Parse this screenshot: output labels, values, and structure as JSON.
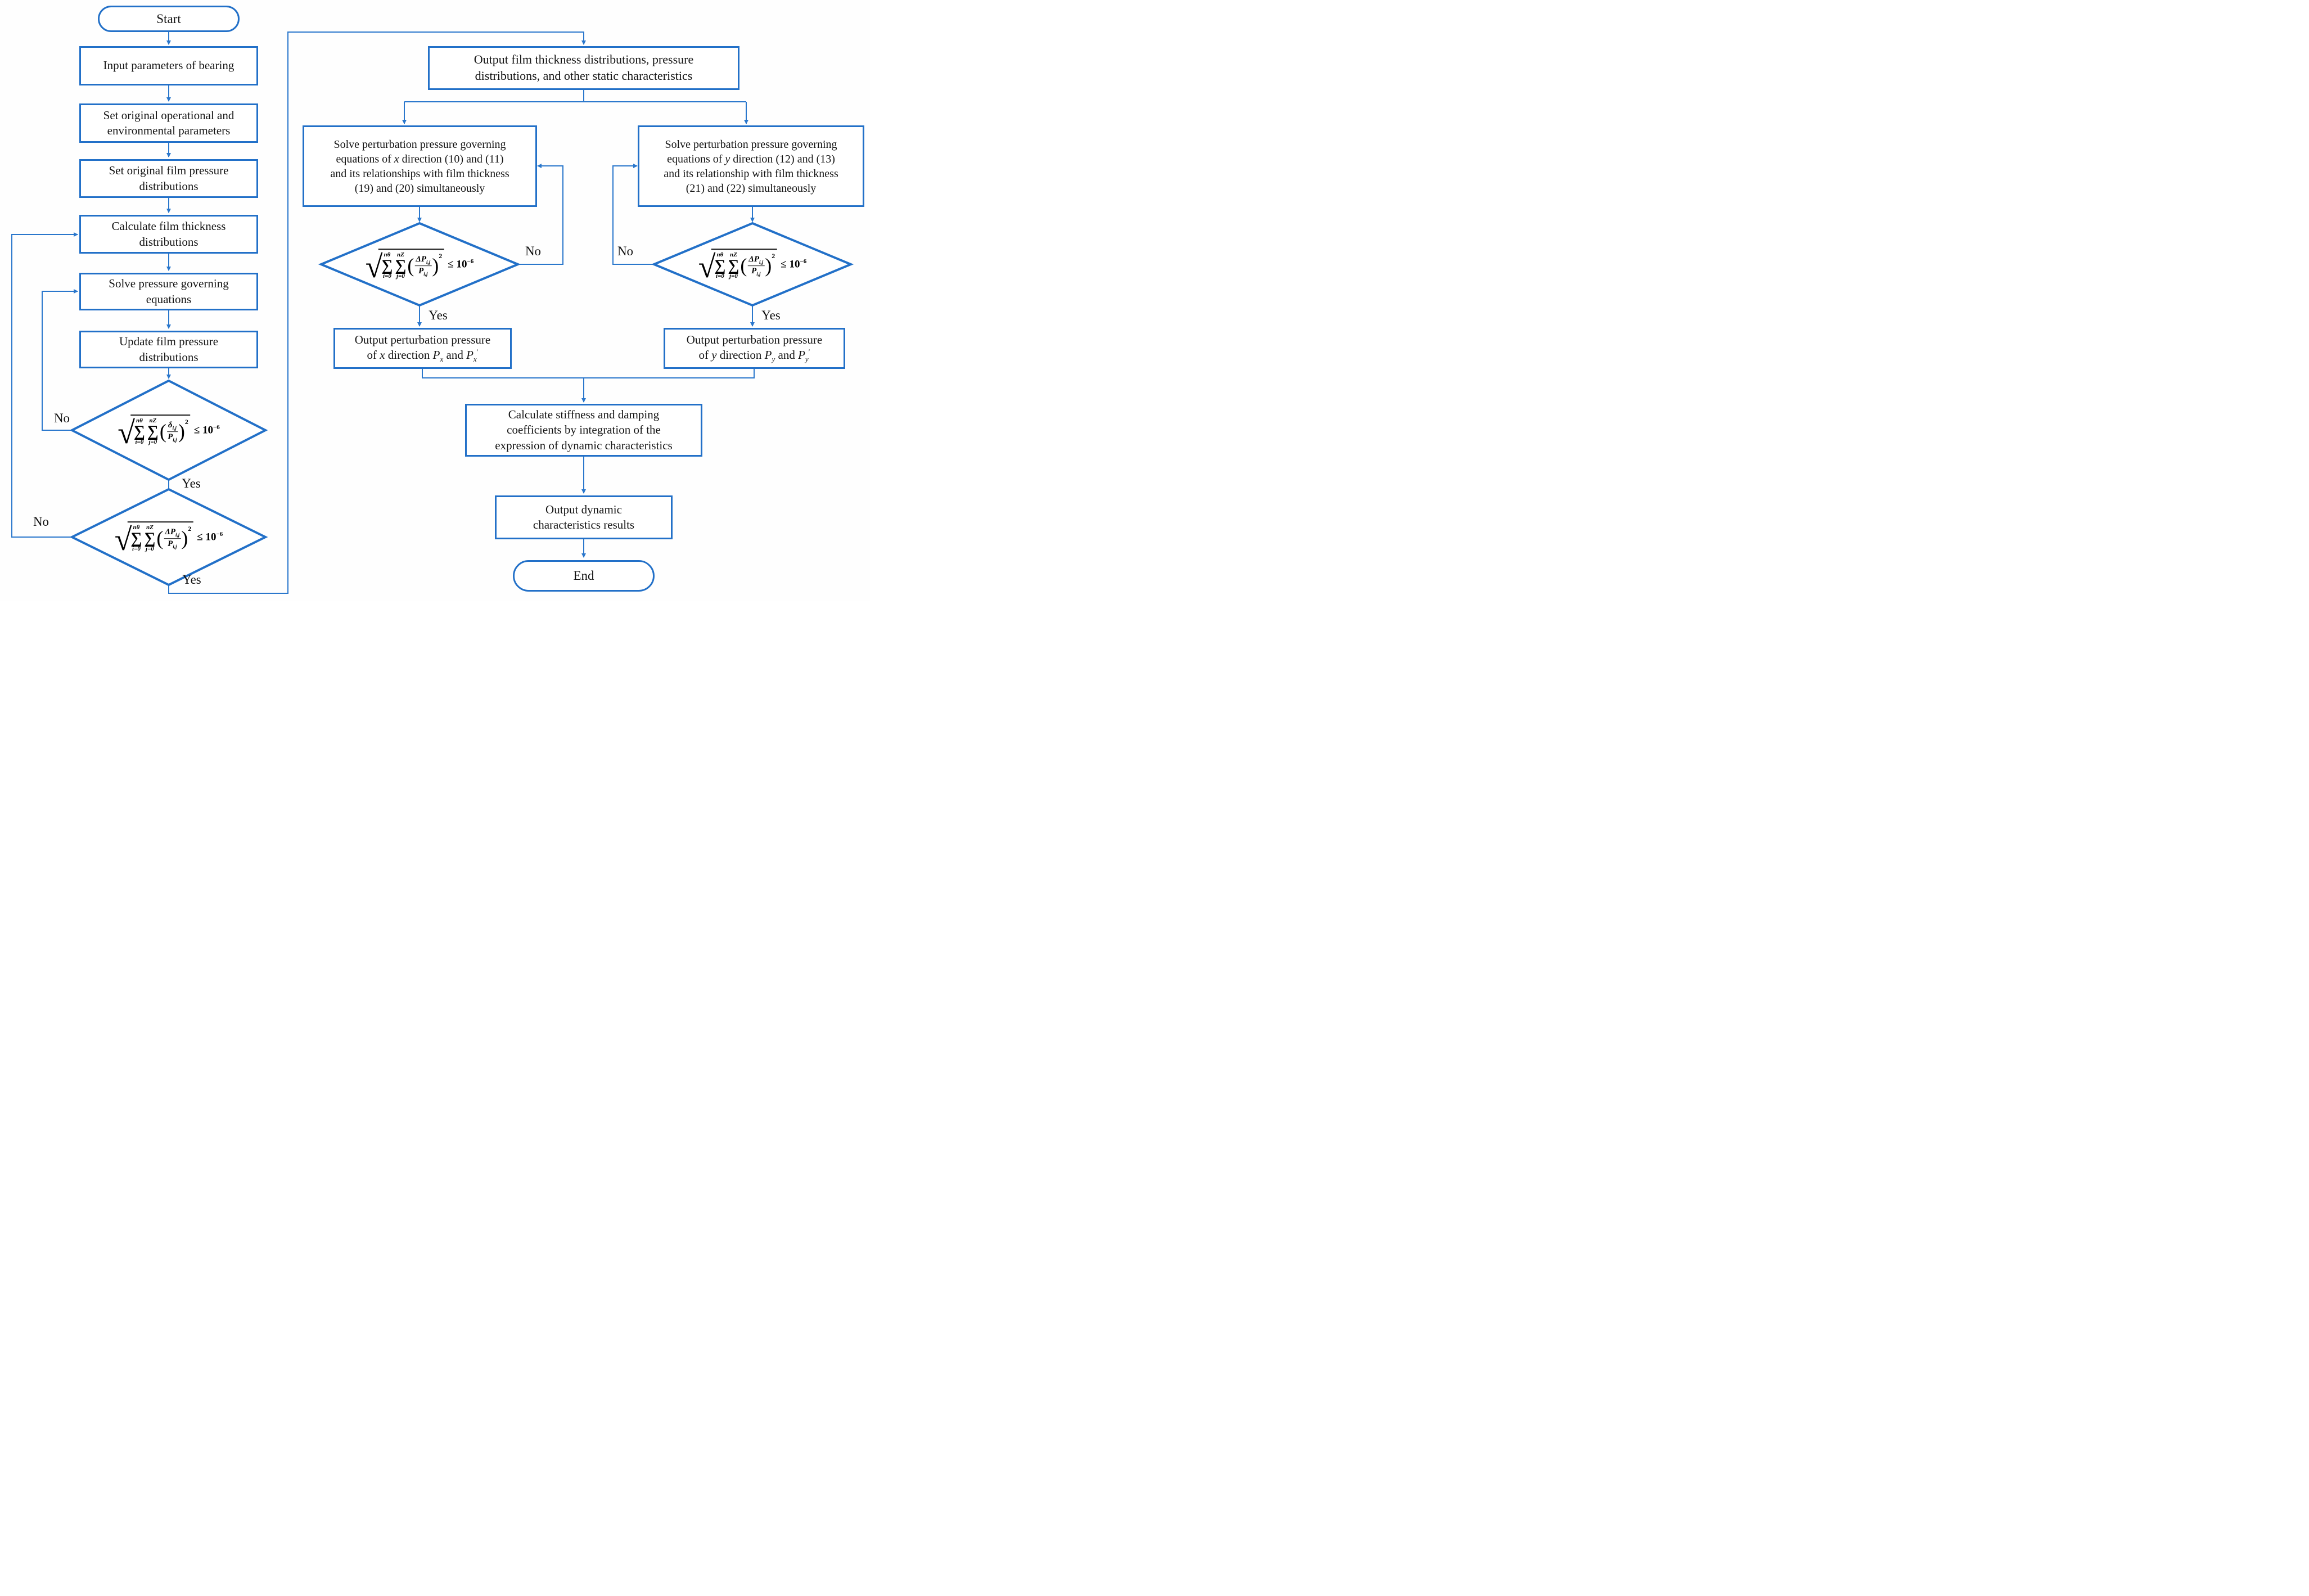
{
  "labels": {
    "no": "No",
    "yes": "Yes"
  },
  "terminals": {
    "start": "Start",
    "end": "End"
  },
  "boxes": {
    "input_params": {
      "line1": "Input parameters of bearing"
    },
    "set_operational": {
      "line1": "Set original operational and",
      "line2": "environmental parameters"
    },
    "set_film_pressure": {
      "line1": "Set original film pressure",
      "line2": "distributions"
    },
    "calc_film_thickness": {
      "line1": "Calculate film thickness",
      "line2": "distributions"
    },
    "solve_pressure": {
      "line1": "Solve pressure governing",
      "line2": "equations"
    },
    "update_film_pressure": {
      "line1": "Update film pressure",
      "line2": "distributions"
    },
    "output_static": {
      "line1": "Output film thickness distributions, pressure",
      "line2": "distributions, and other static characteristics"
    },
    "solve_x": {
      "line1": "Solve perturbation pressure governing",
      "line2_pre": "equations of ",
      "line2_var": "x",
      "line2_post": " direction  (10) and (11)",
      "line3": "and its relationships with film thickness",
      "line4": "(19) and (20) simultaneously"
    },
    "solve_y": {
      "line1": "Solve perturbation pressure governing",
      "line2_pre": "equations of ",
      "line2_var": "y",
      "line2_post": " direction  (12) and (13)",
      "line3": "and its relationship with film thickness",
      "line4": "(21) and (22)  simultaneously"
    },
    "output_x": {
      "line1": "Output perturbation pressure",
      "l2_pre": "of ",
      "l2_var": "x",
      "l2_mid": " direction ",
      "p": "P",
      "p_sub": "x",
      "l2_and": " and ",
      "p2": "P",
      "p2_sub": "x",
      "prime": "′"
    },
    "output_y": {
      "line1": "Output perturbation pressure",
      "l2_pre": "of ",
      "l2_var": "y",
      "l2_mid": " direction ",
      "p": "P",
      "p_sub": "y",
      "l2_and": " and ",
      "p2": "P",
      "p2_sub": "y",
      "prime": "′"
    },
    "calc_dynamic": {
      "line1": "Calculate stiffness and damping",
      "line2": "coefficients by integration of the",
      "line3": "expression of dynamic characteristics"
    },
    "output_dynamic": {
      "line1": "Output dynamic",
      "line2": "characteristics results"
    }
  },
  "formulas": {
    "delta": {
      "radical": "√",
      "sigma": "∑",
      "sum1_sup": "nθ",
      "sum1_sub": "i=0",
      "sum2_sup": "nZ",
      "sum2_sub": "j=0",
      "lparen": "(",
      "rparen": ")",
      "num_main": "δ",
      "num_sub": "i,j",
      "den_main": "P",
      "den_sub": "i,j",
      "power": "2",
      "cond": "≤ 10",
      "cond_exp": "−6"
    },
    "delta_p": {
      "radical": "√",
      "sigma": "∑",
      "sum1_sup": "nθ",
      "sum1_sub": "i=0",
      "sum2_sup": "nZ",
      "sum2_sub": "j=0",
      "lparen": "(",
      "rparen": ")",
      "num_main": "ΔP",
      "num_sub": "i,j",
      "den_main": "P",
      "den_sub": "i,j",
      "power": "2",
      "cond": "≤ 10",
      "cond_exp": "−6"
    }
  },
  "colors": {
    "shape_blue": "#2270c8",
    "line_blue": "#2a77cc",
    "text_black": "#141414"
  }
}
